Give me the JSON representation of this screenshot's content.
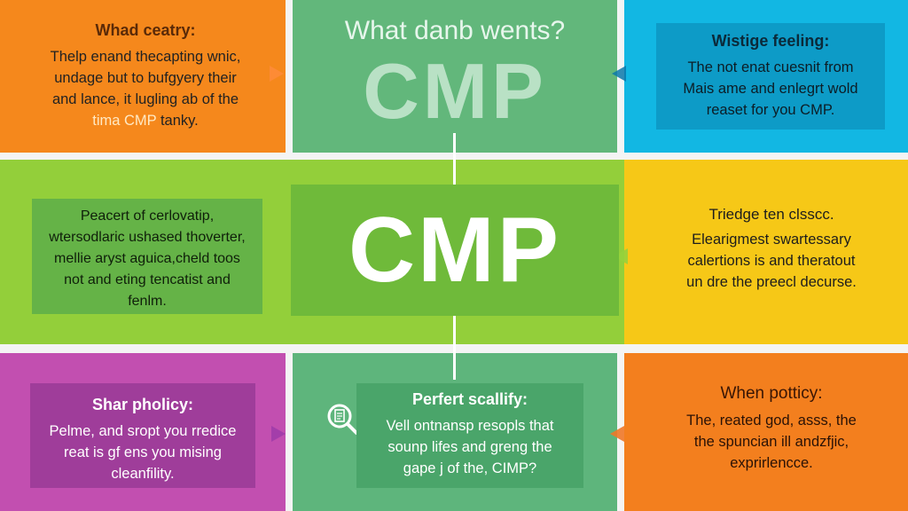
{
  "top_left": {
    "title": "Whad ceatry:",
    "lines": [
      "Thelp enand thecapting wnic,",
      "undage but to bufgyery their",
      "and lance, it lugling ab of the"
    ],
    "last_highlight": "tima CMP",
    "last_rest": " tanky."
  },
  "top_center": {
    "title": "What danb wents?",
    "watermark": "CMP"
  },
  "top_right": {
    "title": "Wistige feeling:",
    "lines": [
      "The not enat cuesnit from",
      "Mais ame and enlegrt wold",
      "reaset for you CMP."
    ]
  },
  "middle_left": {
    "lines": [
      "Peacert of cerlovatip,",
      "wtersodlaric ushased thoverter,",
      "mellie aryst aguica,cheld toos",
      "not and eting tencatist and",
      "fenlm."
    ]
  },
  "center": {
    "label": "CMP"
  },
  "middle_right": {
    "title": "Triedge ten clsscc.",
    "lines": [
      "Elearigmest swartessary",
      "calertions is and theratout",
      "un dre the preecl decurse."
    ]
  },
  "bottom_left": {
    "title": "Shar pholicy:",
    "lines": [
      "Pelme, and sropt you rredice",
      "reat is gf ens you mising",
      "cleanfility."
    ]
  },
  "bottom_center": {
    "title": "Perfert scallify:",
    "lines": [
      "Vell ontnansp resopls that",
      "sounp lifes and greng the",
      "gape j of the, CIMP?"
    ]
  },
  "bottom_right": {
    "title": "When potticy:",
    "lines": [
      "The, reated god, asss, the",
      "the spuncian ill andzfjic,",
      "exprirlencce."
    ]
  },
  "colors": {
    "orange": "#f5881c",
    "green": "#62b77b",
    "cyan": "#12b7e3",
    "lime": "#93cf3a",
    "yellow": "#f6c817",
    "magenta": "#c24fb0"
  },
  "icons": {
    "center_bottom": "magnifier-document-icon"
  }
}
